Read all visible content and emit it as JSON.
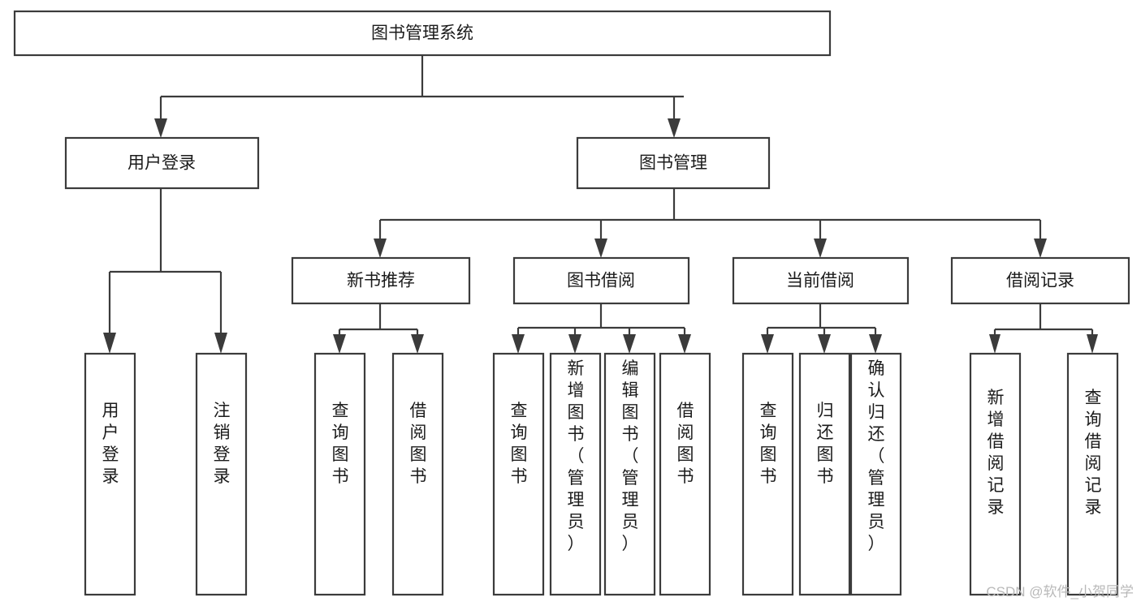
{
  "diagram": {
    "title": "图书管理系统",
    "type": "tree-hierarchy",
    "watermark": "CSDN @软件_小贺同学",
    "root": {
      "id": "root",
      "label": "图书管理系统",
      "orientation": "horizontal"
    },
    "level1": [
      {
        "id": "user-login",
        "label": "用户登录",
        "orientation": "horizontal"
      },
      {
        "id": "book-manage",
        "label": "图书管理",
        "orientation": "horizontal"
      }
    ],
    "level2": [
      {
        "id": "new-book-rec",
        "label": "新书推荐",
        "parent": "book-manage",
        "orientation": "horizontal"
      },
      {
        "id": "book-borrow",
        "label": "图书借阅",
        "parent": "book-manage",
        "orientation": "horizontal"
      },
      {
        "id": "current-borrow",
        "label": "当前借阅",
        "parent": "book-manage",
        "orientation": "horizontal"
      },
      {
        "id": "borrow-record",
        "label": "借阅记录",
        "parent": "book-manage",
        "orientation": "horizontal"
      }
    ],
    "leaves": [
      {
        "id": "leaf-user-login",
        "label": "用户登录",
        "parent": "user-login",
        "orientation": "vertical"
      },
      {
        "id": "leaf-user-logout",
        "label": "注销登录",
        "parent": "user-login",
        "orientation": "vertical"
      },
      {
        "id": "leaf-query-book-1",
        "label": "查询图书",
        "parent": "new-book-rec",
        "orientation": "vertical"
      },
      {
        "id": "leaf-borrow-book-1",
        "label": "借阅图书",
        "parent": "new-book-rec",
        "orientation": "vertical"
      },
      {
        "id": "leaf-query-book-2",
        "label": "查询图书",
        "parent": "book-borrow",
        "orientation": "vertical"
      },
      {
        "id": "leaf-add-book",
        "label": "新增图书（管理员）",
        "parent": "book-borrow",
        "orientation": "vertical"
      },
      {
        "id": "leaf-edit-book",
        "label": "编辑图书（管理员）",
        "parent": "book-borrow",
        "orientation": "vertical"
      },
      {
        "id": "leaf-borrow-book-2",
        "label": "借阅图书",
        "parent": "book-borrow",
        "orientation": "vertical"
      },
      {
        "id": "leaf-query-book-3",
        "label": "查询图书",
        "parent": "current-borrow",
        "orientation": "vertical"
      },
      {
        "id": "leaf-return-book",
        "label": "归还图书",
        "parent": "current-borrow",
        "orientation": "vertical"
      },
      {
        "id": "leaf-confirm-return",
        "label": "确认归还（管理员）",
        "parent": "current-borrow",
        "orientation": "vertical"
      },
      {
        "id": "leaf-add-record",
        "label": "新增借阅记录",
        "parent": "borrow-record",
        "orientation": "vertical"
      },
      {
        "id": "leaf-query-record",
        "label": "查询借阅记录",
        "parent": "borrow-record",
        "orientation": "vertical"
      }
    ],
    "colors": {
      "box_stroke": "#3b3b3b",
      "box_fill": "#ffffff",
      "text": "#1b1b1b",
      "background": "#ffffff",
      "watermark": "#b9b9b9"
    }
  }
}
